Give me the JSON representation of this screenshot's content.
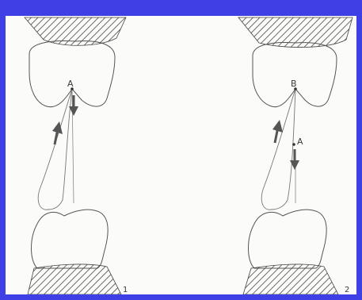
{
  "figure1": {
    "point_label": "A",
    "number": "1"
  },
  "figure2": {
    "point_label_upper": "B",
    "point_label_lower": "A",
    "number": "2"
  },
  "colors": {
    "background": "#3f3fe6",
    "paper": "#fbfbf9",
    "ink": "#444444",
    "arrow": "#5a5a5a"
  }
}
